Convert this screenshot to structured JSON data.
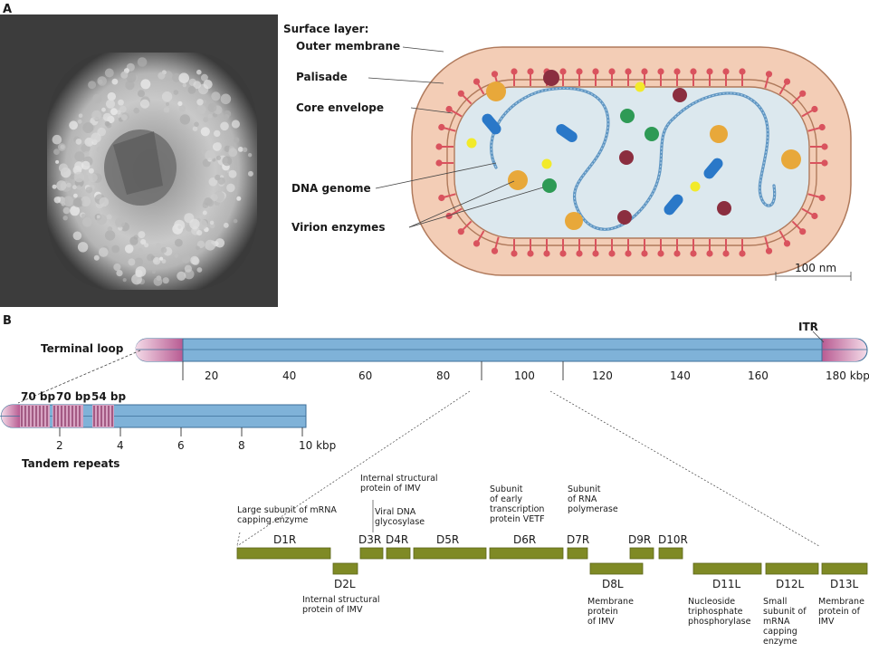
{
  "panels": {
    "a": "A",
    "b": "B"
  },
  "virion": {
    "heading": "Surface layer:",
    "labels": {
      "outer_membrane": "Outer membrane",
      "palisade": "Palisade",
      "core_envelope": "Core envelope",
      "dna_genome": "DNA genome",
      "virion_enzymes": "Virion enzymes"
    },
    "scale_bar": "100 nm",
    "colors": {
      "outer": "#f3cdb6",
      "outer_stroke": "#b07a5c",
      "core": "#dce8ee",
      "spike": "#d9535e",
      "dna": "#5e95c2",
      "orange": "#e8a83a",
      "maroon": "#8b2e3f",
      "green": "#2e9a55",
      "blue": "#2a78c8",
      "yellow": "#f2ea2a"
    }
  },
  "genome": {
    "terminal_loop": "Terminal loop",
    "itr": "ITR",
    "main_ticks": [
      "20",
      "40",
      "60",
      "80",
      "100",
      "120",
      "140",
      "160",
      "180 kbp"
    ],
    "inset": {
      "repeats": [
        "70 bp",
        "70 bp",
        "54 bp"
      ],
      "ticks": [
        "2",
        "4",
        "6",
        "8",
        "10 kbp"
      ],
      "caption": "Tandem repeats"
    },
    "colors": {
      "bar": "#7fb2d8",
      "bar_stroke": "#3d6f99",
      "end": "#c46fa0",
      "repeat": "#8d3c6a"
    }
  },
  "genes": {
    "color": "#7f8a25",
    "top": [
      {
        "name": "D1R"
      },
      {
        "name": "D3R"
      },
      {
        "name": "D4R"
      },
      {
        "name": "D5R"
      },
      {
        "name": "D6R"
      },
      {
        "name": "D7R"
      },
      {
        "name": "D9R"
      },
      {
        "name": "D10R"
      }
    ],
    "bottom": [
      {
        "name": "D2L"
      },
      {
        "name": "D8L"
      },
      {
        "name": "D11L"
      },
      {
        "name": "D12L"
      },
      {
        "name": "D13L"
      }
    ],
    "annotations": {
      "d1r": [
        "Large subunit of mRNA",
        "capping enzyme"
      ],
      "d3r": [
        "Internal structural",
        "protein of IMV"
      ],
      "d4r": [
        "Viral DNA",
        "glycosylase"
      ],
      "d6r": [
        "Subunit",
        "of early",
        "transcription",
        "protein VETF"
      ],
      "d7r": [
        "Subunit",
        "of RNA",
        "polymerase"
      ],
      "d2l": [
        "Internal structural",
        "protein of IMV"
      ],
      "d8l": [
        "Membrane",
        "protein",
        "of IMV"
      ],
      "d11l": [
        "Nucleoside",
        "triphosphate",
        "phosphorylase"
      ],
      "d12l": [
        "Small",
        "subunit of",
        "mRNA",
        "capping",
        "enzyme"
      ],
      "d13l": [
        "Membrane",
        "protein of",
        "IMV"
      ]
    }
  }
}
